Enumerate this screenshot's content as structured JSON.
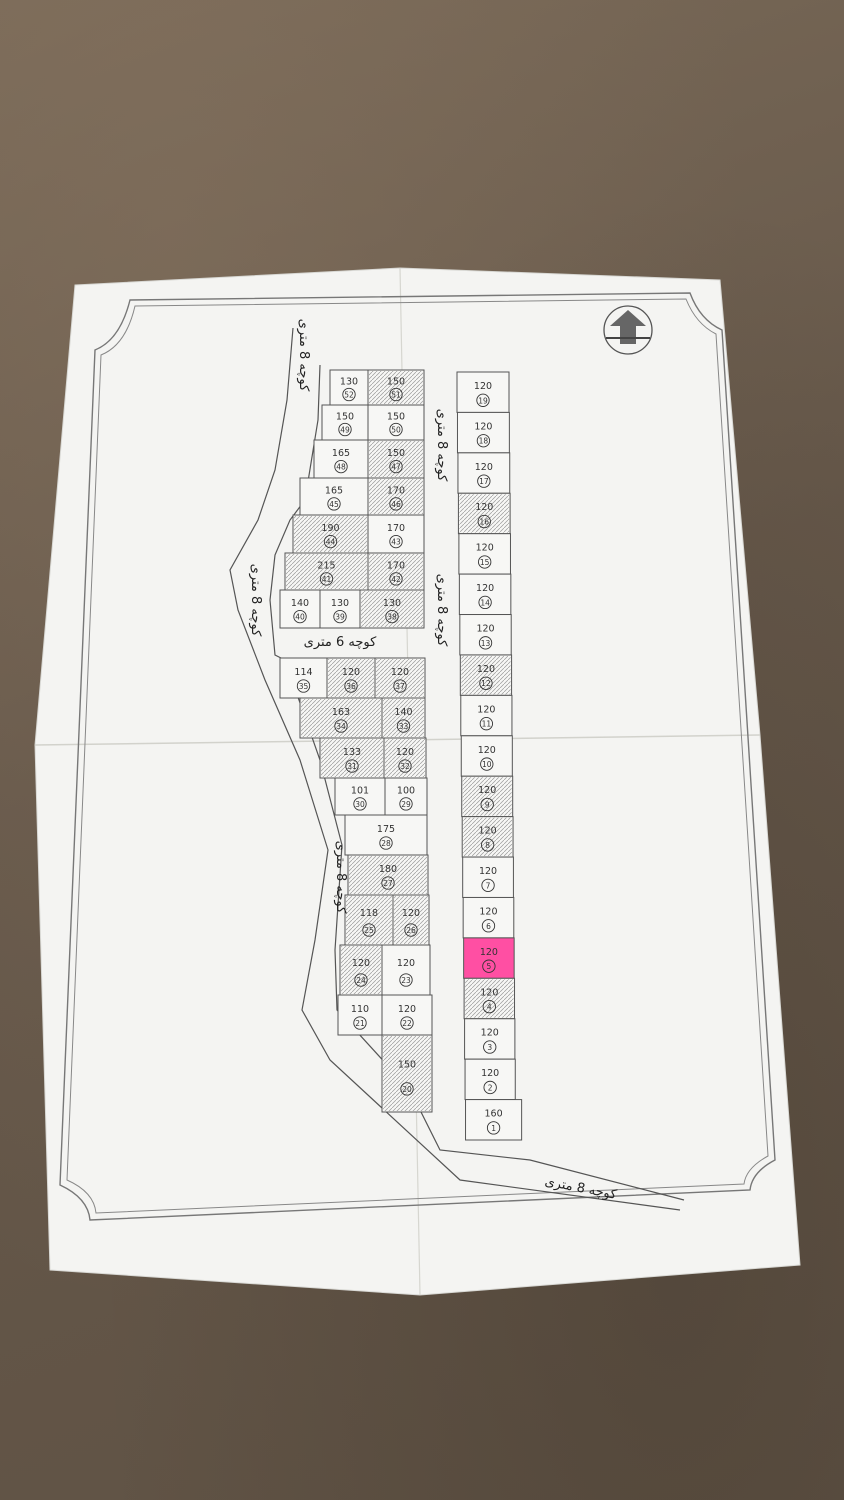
{
  "roads": {
    "road_top_left": "کوچه 8 متری",
    "road_mid_left": "کوچه 8 متری",
    "road_6m": "کوچه 6 متری",
    "road_center_upper": "کوچه 8 متری",
    "road_center_lower": "کوچه 8 متری",
    "road_lower_left": "کوچه 8 متری",
    "road_bottom": "کوچه 8 متری"
  },
  "highlight": {
    "plot_number": "5",
    "color": "#ff4fa3"
  },
  "colors": {
    "paper": "#f4f4f2",
    "lines": "#555555",
    "hatch": "#9a9a9a",
    "fabric": "#6e5f4f"
  },
  "plots_right": [
    {
      "area": "120",
      "num": "19"
    },
    {
      "area": "120",
      "num": "18"
    },
    {
      "area": "120",
      "num": "17"
    },
    {
      "area": "120",
      "num": "16"
    },
    {
      "area": "120",
      "num": "15"
    },
    {
      "area": "120",
      "num": "14"
    },
    {
      "area": "120",
      "num": "13"
    },
    {
      "area": "120",
      "num": "12"
    },
    {
      "area": "120",
      "num": "11"
    },
    {
      "area": "120",
      "num": "10"
    },
    {
      "area": "120",
      "num": "9"
    },
    {
      "area": "120",
      "num": "8"
    },
    {
      "area": "120",
      "num": "7"
    },
    {
      "area": "120",
      "num": "6"
    },
    {
      "area": "120",
      "num": "5"
    },
    {
      "area": "120",
      "num": "4"
    },
    {
      "area": "120",
      "num": "3"
    },
    {
      "area": "120",
      "num": "2"
    },
    {
      "area": "160",
      "num": "1"
    }
  ],
  "plots_upper_left": [
    {
      "area": "130",
      "num": "52"
    },
    {
      "area": "150",
      "num": "51"
    },
    {
      "area": "150",
      "num": "49"
    },
    {
      "area": "150",
      "num": "50"
    },
    {
      "area": "165",
      "num": "48"
    },
    {
      "area": "150",
      "num": "47"
    },
    {
      "area": "165",
      "num": "45"
    },
    {
      "area": "170",
      "num": "46"
    },
    {
      "area": "190",
      "num": "44"
    },
    {
      "area": "170",
      "num": "43"
    },
    {
      "area": "215",
      "num": "41"
    },
    {
      "area": "170",
      "num": "42"
    },
    {
      "area": "140",
      "num": "40"
    },
    {
      "area": "130",
      "num": "39"
    },
    {
      "area": "130",
      "num": "38"
    }
  ],
  "plots_lower_left": [
    {
      "area": "114",
      "num": "35"
    },
    {
      "area": "120",
      "num": "36"
    },
    {
      "area": "120",
      "num": "37"
    },
    {
      "area": "163",
      "num": "34"
    },
    {
      "area": "140",
      "num": "33"
    },
    {
      "area": "133",
      "num": "31"
    },
    {
      "area": "120",
      "num": "32"
    },
    {
      "area": "101",
      "num": "30"
    },
    {
      "area": "100",
      "num": "29"
    },
    {
      "area": "175",
      "num": "28"
    },
    {
      "area": "180",
      "num": "27"
    },
    {
      "area": "118",
      "num": "25"
    },
    {
      "area": "120",
      "num": "26"
    },
    {
      "area": "120",
      "num": "24"
    },
    {
      "area": "120",
      "num": "23"
    },
    {
      "area": "110",
      "num": "21"
    },
    {
      "area": "120",
      "num": "22"
    },
    {
      "area": "150",
      "num": "20"
    }
  ]
}
